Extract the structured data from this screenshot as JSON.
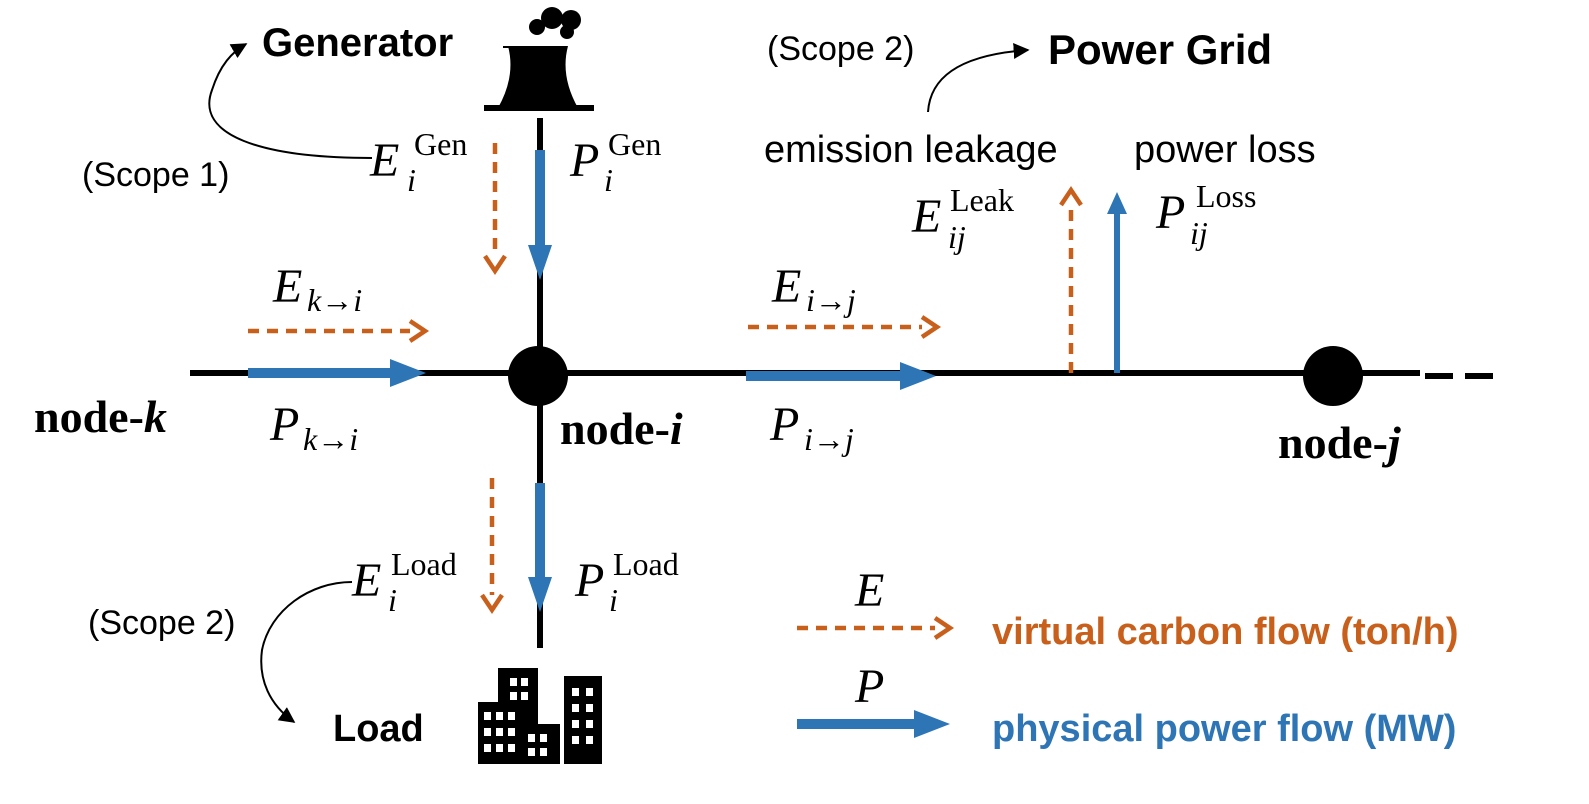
{
  "colors": {
    "carbon": "#c8601c",
    "power": "#2e75b6",
    "line": "#000000"
  },
  "labels": {
    "generator": "Generator",
    "power_grid": "Power Grid",
    "load": "Load",
    "scope1": "(Scope 1)",
    "scope2_grid": "(Scope 2)",
    "scope2_load": "(Scope 2)",
    "emission_leakage": "emission leakage",
    "power_loss": "power loss",
    "node_k_prefix": "node-",
    "node_k_var": "k",
    "node_i_prefix": "node-",
    "node_i_var": "i",
    "node_j_prefix": "node-",
    "node_j_var": "j"
  },
  "math": {
    "E": "E",
    "P": "P",
    "sub_i": "i",
    "sub_ij": "ij",
    "sup_gen": "Gen",
    "sup_load": "Load",
    "sup_leak": "Leak",
    "sup_loss": "Loss",
    "sub_k_to_i": "k→i",
    "sub_i_to_j": "i→j"
  },
  "legend": {
    "carbon_symbol": "E",
    "carbon_label": "virtual carbon flow (ton/h)",
    "power_symbol": "P",
    "power_label": "physical power flow (MW)"
  }
}
